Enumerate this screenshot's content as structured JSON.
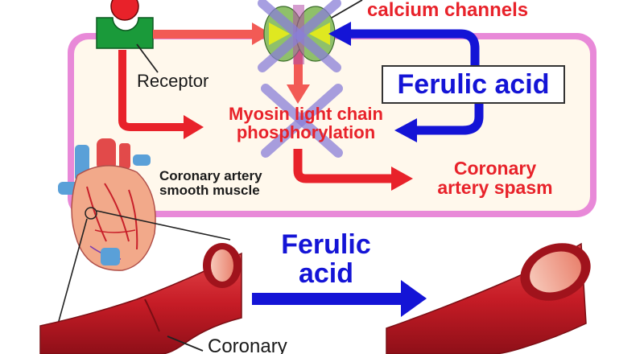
{
  "labels": {
    "calcium_channels": "calcium channels",
    "receptor": "Receptor",
    "ferulic_acid_box": "Ferulic acid",
    "myosin_line1": "Myosin light chain",
    "myosin_line2": "phosphorylation",
    "spasm_line1": "Coronary",
    "spasm_line2": "artery spasm",
    "smooth_line1": "Coronary artery",
    "smooth_line2": "smooth muscle",
    "ferulic_line1": "Ferulic",
    "ferulic_line2": "acid",
    "coronary_bottom": "Coronary"
  },
  "colors": {
    "red_text": "#e8222a",
    "blue": "#1414d6",
    "arrow_red": "#f25a55",
    "cell_border": "#cc66cc",
    "cell_fill": "#fff8ec",
    "receptor_green": "#1a9a3a",
    "artery_red": "#c8202a",
    "cross_purple": "#8a7fd8"
  }
}
